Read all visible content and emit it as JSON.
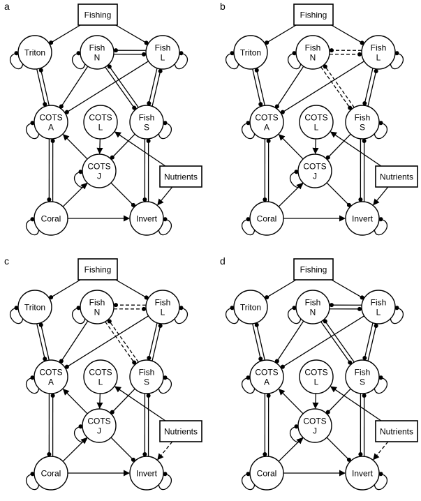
{
  "panels": [
    {
      "letter": "a",
      "dashed": []
    },
    {
      "letter": "b",
      "dashed": [
        "fishN-fishS",
        "fishN-fishL"
      ]
    },
    {
      "letter": "c",
      "dashed": [
        "fishN-fishS",
        "fishN-fishL",
        "nutrients-invert"
      ]
    },
    {
      "letter": "d",
      "dashed": [
        "nutrients-invert"
      ]
    }
  ],
  "nodes": [
    {
      "id": "triton",
      "lines": [
        "Triton"
      ]
    },
    {
      "id": "fishN",
      "lines": [
        "Fish",
        "N"
      ]
    },
    {
      "id": "fishL",
      "lines": [
        "Fish",
        "L"
      ]
    },
    {
      "id": "cotsA",
      "lines": [
        "COTS",
        "A"
      ]
    },
    {
      "id": "cotsL",
      "lines": [
        "COTS",
        "L"
      ]
    },
    {
      "id": "fishS",
      "lines": [
        "Fish",
        "S"
      ]
    },
    {
      "id": "cotsJ",
      "lines": [
        "COTS",
        "J"
      ]
    },
    {
      "id": "coral",
      "lines": [
        "Coral"
      ]
    },
    {
      "id": "invert",
      "lines": [
        "Invert"
      ]
    }
  ],
  "boxes": [
    {
      "id": "fishing",
      "label": "Fishing"
    },
    {
      "id": "nutrients",
      "label": "Nutrients"
    }
  ],
  "edges": [
    {
      "id": "fishing-triton",
      "from": "fishing",
      "to": "triton",
      "head": "dot"
    },
    {
      "id": "fishing-fishL",
      "from": "fishing",
      "to": "fishL",
      "head": "dot"
    },
    {
      "id": "nutrients-cotsL",
      "from": "nutrients",
      "to": "cotsL",
      "head": "arrow"
    },
    {
      "id": "nutrients-invert",
      "from": "nutrients",
      "to": "invert",
      "head": "arrow"
    },
    {
      "id": "fishL-cotsA",
      "from": "fishL",
      "to": "cotsA",
      "head": "dot"
    },
    {
      "id": "fishN-cotsA",
      "from": "fishN",
      "to": "cotsA",
      "head": "dot"
    },
    {
      "id": "cotsJ-cotsA",
      "from": "cotsJ",
      "to": "cotsA",
      "head": "arrow"
    },
    {
      "id": "cotsL-cotsJ",
      "from": "cotsL",
      "to": "cotsJ",
      "head": "arrow"
    },
    {
      "id": "fishS-cotsJ",
      "from": "fishS",
      "to": "cotsJ",
      "head": "dot"
    },
    {
      "id": "coral-cotsJ",
      "from": "coral",
      "to": "cotsJ",
      "head": "arrow"
    },
    {
      "id": "coral-invert",
      "from": "coral",
      "to": "invert",
      "head": "arrow"
    },
    {
      "id": "cotsJ-invert",
      "from": "cotsJ",
      "to": "invert",
      "head": "dot"
    }
  ],
  "pairs": [
    {
      "id": "triton-cotsA",
      "a": "triton",
      "b": "cotsA"
    },
    {
      "id": "fishN-fishL",
      "a": "fishN",
      "b": "fishL"
    },
    {
      "id": "fishN-fishS",
      "a": "fishN",
      "b": "fishS"
    },
    {
      "id": "fishL-fishS",
      "a": "fishL",
      "b": "fishS"
    },
    {
      "id": "cotsA-coral",
      "a": "cotsA",
      "b": "coral"
    },
    {
      "id": "fishS-invert",
      "a": "fishS",
      "b": "invert"
    }
  ],
  "self_loops": [
    "triton",
    "fishN",
    "fishL",
    "cotsA",
    "fishS",
    "cotsJ",
    "coral",
    "invert"
  ]
}
